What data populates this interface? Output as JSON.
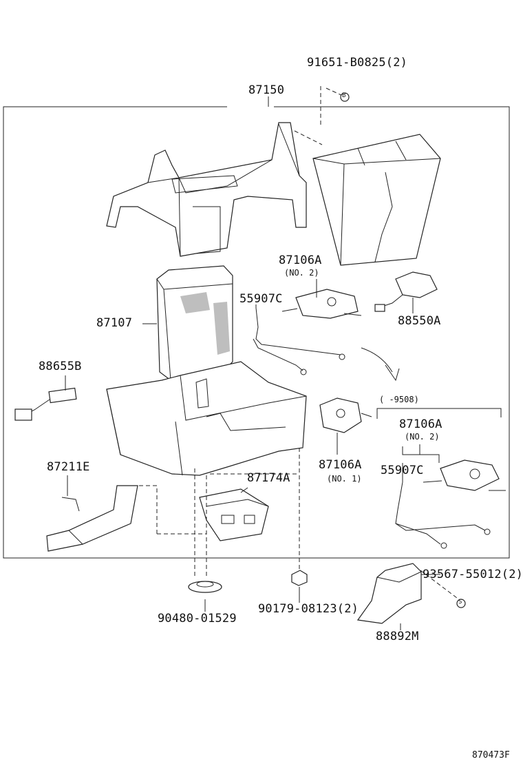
{
  "labels": {
    "bolt_top": "91651-B0825(2)",
    "case_assy": "87150",
    "damper_servo_no2": "87106A",
    "damper_servo_no2_note": "(NO. 2)",
    "wire_harness": "55907C",
    "sensor_88550a": "88550A",
    "evaporator": "87107",
    "thermistor": "88655B",
    "date_range": "(      -9508)",
    "damper_servo_no2_b": "87106A",
    "damper_servo_no2_b_note": "(NO. 2)",
    "damper_servo_no1": "87106A",
    "damper_servo_no1_note": "(NO. 1)",
    "wire_harness_b": "55907C",
    "duct_87211e": "87211E",
    "duct_87174a": "87174A",
    "grommet": "90480-01529",
    "clip_90179": "90179-08123(2)",
    "screw_93567": "93567-55012(2)",
    "cover_88892m": "88892M",
    "diagram_number": "870473F",
    "marker_b": "B",
    "marker_s": "S"
  }
}
